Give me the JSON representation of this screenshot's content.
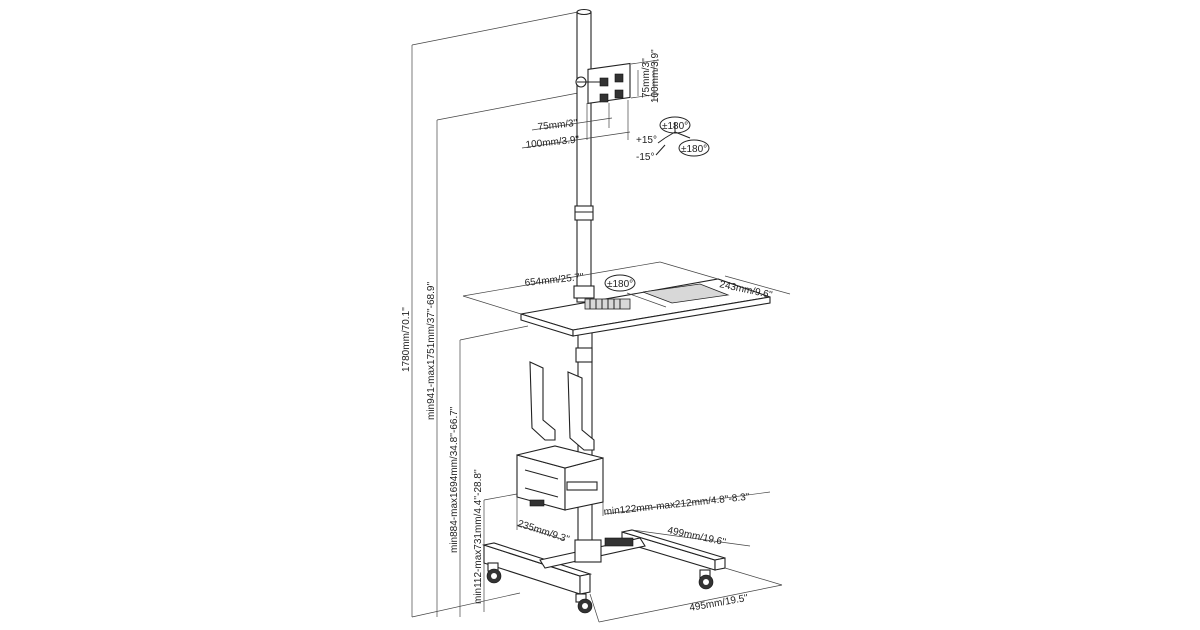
{
  "dimensions": {
    "total_height": "1780mm/70.1''",
    "desk_height_range": "min941-max1751mm/37''-68.9''",
    "arm_height_range": "min884-max1694mm/34.8''-66.7''",
    "holder_height_range": "min112-max731mm/4.4''-28.8''",
    "vesa_h_75": "75mm/3''",
    "vesa_h_100": "100mm/3.9''",
    "vesa_v_75": "75mm/3''",
    "vesa_v_100": "100mm/3.9''",
    "tray_width": "654mm/25.7''",
    "tray_depth": "243mm/9.6''",
    "holder_width": "min122mm-max212mm/4.8''-8.3''",
    "holder_depth": "235mm/9.3''",
    "base_depth": "499mm/19.6''",
    "base_width": "495mm/19.5''"
  },
  "rotation": {
    "tilt_up": "+15°",
    "tilt_down": "-15°",
    "swivel": "±180°",
    "rotate": "±180°",
    "tray_rotate": "±180°"
  }
}
